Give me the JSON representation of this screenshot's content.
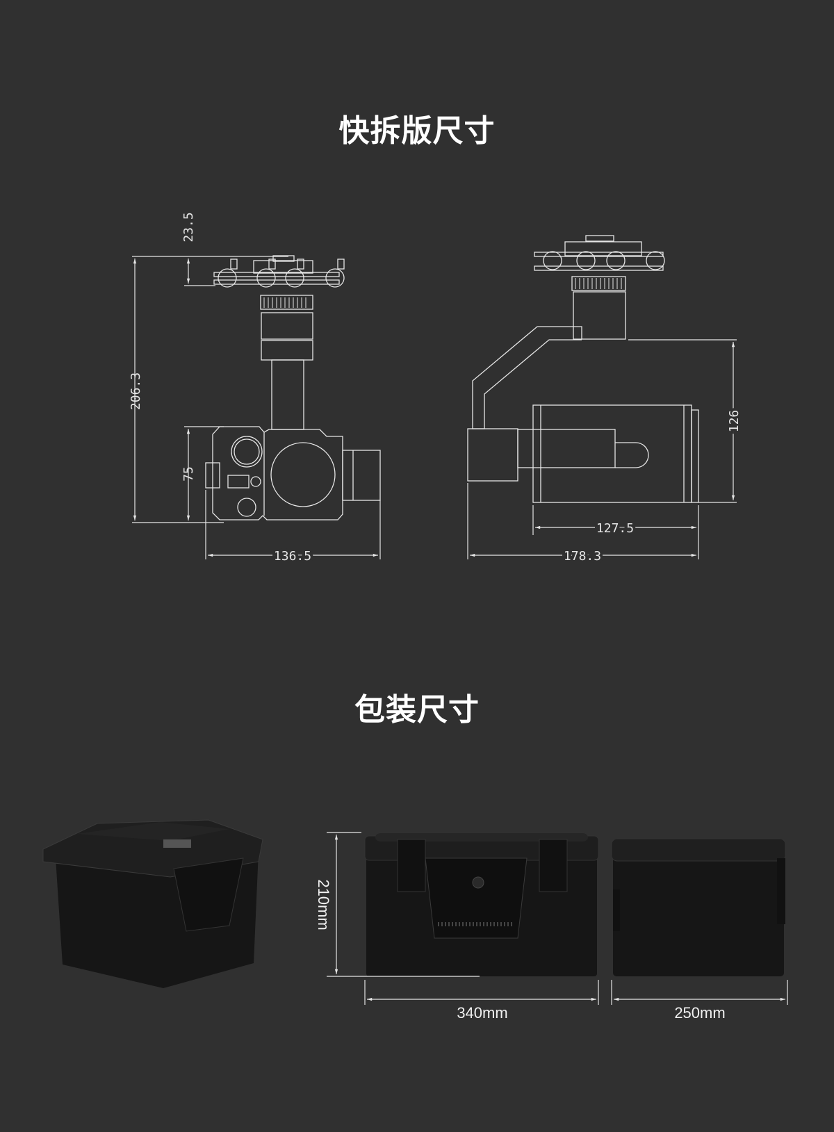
{
  "sections": {
    "quick_release": {
      "title": "快拆版尺寸",
      "front_view": {
        "total_height": "206.3",
        "mount_height": "23.5",
        "head_height": "75",
        "width": "136.5"
      },
      "side_view": {
        "height": "126",
        "body_length": "127.5",
        "total_length": "178.3"
      }
    },
    "packaging": {
      "title": "包装尺寸",
      "height": "210mm",
      "length": "340mm",
      "width": "250mm"
    }
  },
  "colors": {
    "background": "#303030",
    "line": "#e6e6e6",
    "case": "#151515"
  }
}
